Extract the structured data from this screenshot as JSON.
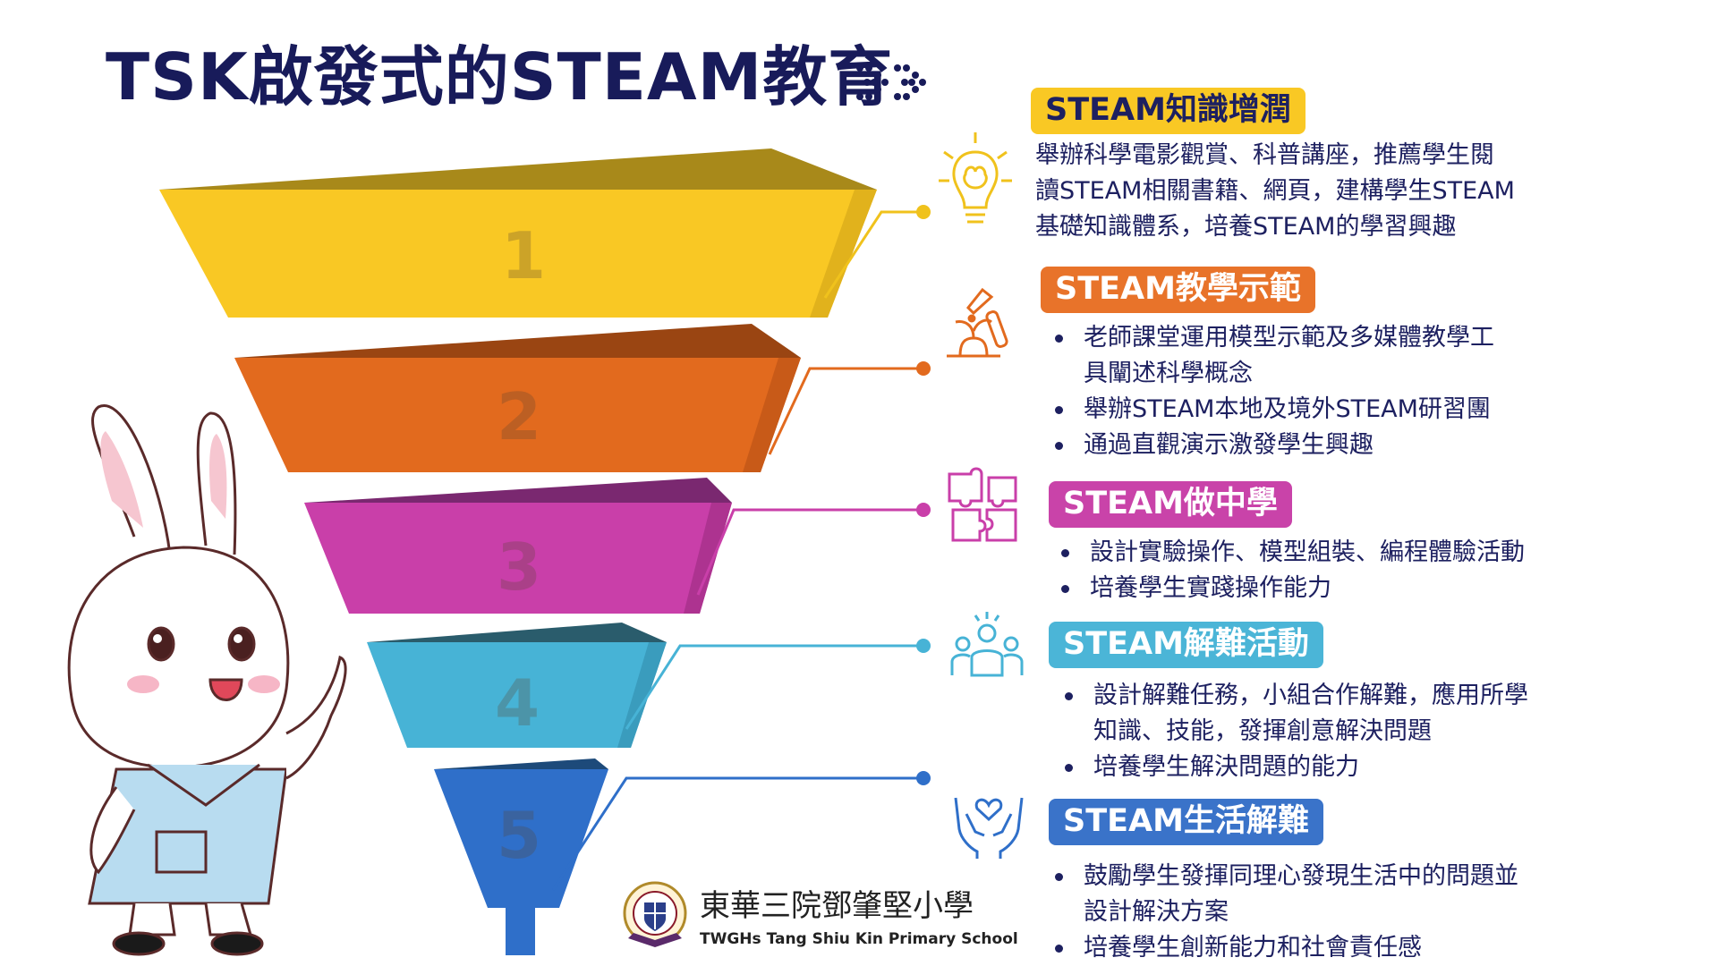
{
  "title": "TSK啟發式的STEAM教育",
  "stages": [
    {
      "number": "1",
      "heading": "STEAM知識增潤",
      "color": "#f9c824",
      "badge_color": "#f9c824",
      "icon": "lightbulb-brain-icon",
      "description": [
        "舉辦科學電影觀賞、科普講座，推薦學生閱",
        "讀STEAM相關書籍、網頁，建構學生STEAM",
        "基礎知識體系，培養STEAM的學習興趣"
      ]
    },
    {
      "number": "2",
      "heading": "STEAM教學示範",
      "color": "#e26a1e",
      "badge_color": "#e8732a",
      "icon": "lab-experiment-icon",
      "bullets": [
        [
          "老師課堂運用模型示範及多媒體教學工",
          "具闡述科學概念"
        ],
        [
          "舉辦STEAM本地及境外STEAM研習團"
        ],
        [
          "通過直觀演示激發學生興趣"
        ]
      ]
    },
    {
      "number": "3",
      "heading": "STEAM做中學",
      "color": "#c93fa9",
      "badge_color": "#c943a9",
      "icon": "puzzle-icon",
      "bullets": [
        [
          "設計實驗操作、模型組裝、編程體驗活動"
        ],
        [
          "培養學生實踐操作能力"
        ]
      ]
    },
    {
      "number": "4",
      "heading": "STEAM解難活動",
      "color": "#47b3d6",
      "badge_color": "#4bb5d7",
      "icon": "team-idea-icon",
      "bullets": [
        [
          "設計解難任務，小組合作解難，應用所學",
          "知識、技能，發揮創意解決問題"
        ],
        [
          "培養學生解決問題的能力"
        ]
      ]
    },
    {
      "number": "5",
      "heading": "STEAM生活解難",
      "color": "#2f6fc9",
      "badge_color": "#3a73c9",
      "icon": "hands-heart-icon",
      "bullets": [
        [
          "鼓勵學生發揮同理心發現生活中的問題並",
          "設計解決方案"
        ],
        [
          "培養學生創新能力和社會責任感"
        ]
      ]
    }
  ],
  "school": {
    "name_zh": "東華三院鄧肇堅小學",
    "name_en": "TWGHs Tang Shiu Kin Primary School"
  }
}
